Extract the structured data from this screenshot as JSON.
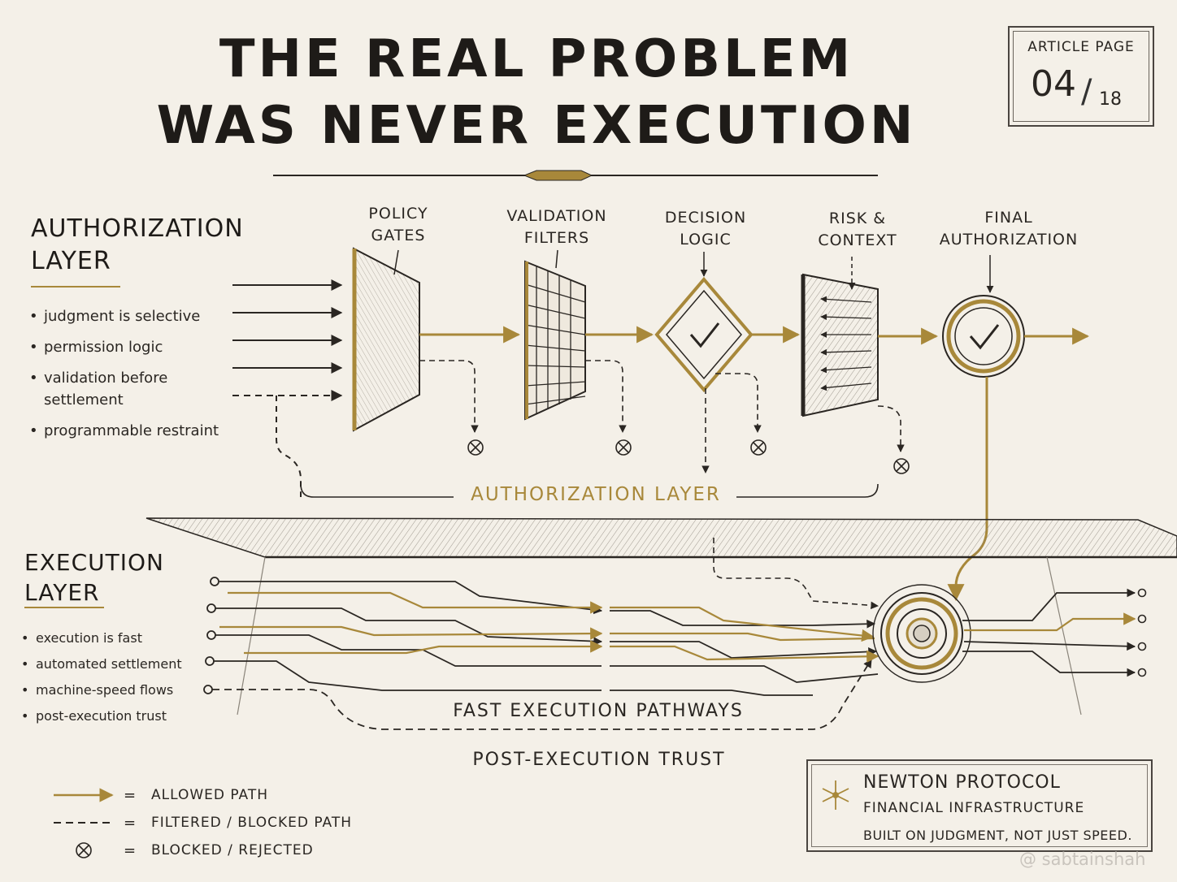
{
  "title": {
    "line1": "THE REAL PROBLEM",
    "line2": "WAS NEVER EXECUTION"
  },
  "page_indicator": {
    "label": "ARTICLE PAGE",
    "current": "04",
    "separator": "/",
    "total": "18"
  },
  "authorization": {
    "heading_line1": "AUTHORIZATION",
    "heading_line2": "LAYER",
    "bullets": [
      "judgment is selective",
      "permission logic",
      "validation before settlement",
      "programmable restraint"
    ],
    "stages": [
      {
        "line1": "POLICY",
        "line2": "GATES"
      },
      {
        "line1": "VALIDATION",
        "line2": "FILTERS"
      },
      {
        "line1": "DECISION",
        "line2": "LOGIC"
      },
      {
        "line1": "RISK &",
        "line2": "CONTEXT"
      },
      {
        "line1": "FINAL",
        "line2": "AUTHORIZATION"
      }
    ],
    "bracket_label": "AUTHORIZATION LAYER"
  },
  "execution": {
    "heading_line1": "EXECUTION",
    "heading_line2": "LAYER",
    "bullets": [
      "execution is fast",
      "automated settlement",
      "machine-speed flows",
      "post-execution trust"
    ],
    "pathways_label": "FAST EXECUTION PATHWAYS",
    "trust_label": "POST-EXECUTION TRUST"
  },
  "legend": [
    {
      "symbol": "allowed",
      "eq": "=",
      "label": "ALLOWED PATH"
    },
    {
      "symbol": "filtered",
      "eq": "=",
      "label": "FILTERED / BLOCKED PATH"
    },
    {
      "symbol": "blocked",
      "eq": "=",
      "label": "BLOCKED / REJECTED"
    }
  ],
  "newton": {
    "name": "NEWTON PROTOCOL",
    "subtitle": "FINANCIAL INFRASTRUCTURE",
    "tagline": "BUILT ON JUDGMENT, NOT JUST SPEED."
  },
  "watermark": "@ sabtainshah",
  "colors": {
    "gold": "#a8883a",
    "ink": "#2a2622",
    "paper": "#f4f0e8"
  }
}
